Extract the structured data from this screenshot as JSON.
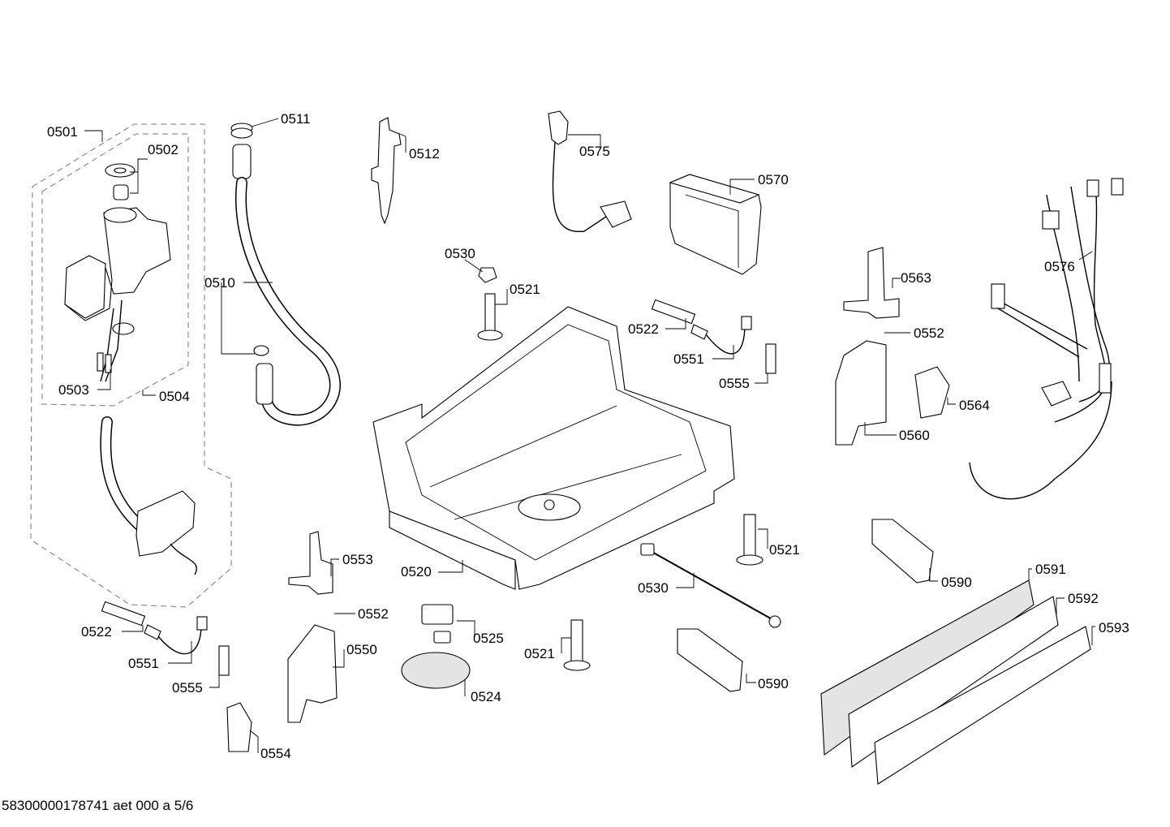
{
  "callouts": [
    {
      "id": "0501"
    },
    {
      "id": "0502"
    },
    {
      "id": "0503"
    },
    {
      "id": "0504"
    },
    {
      "id": "0510"
    },
    {
      "id": "0511"
    },
    {
      "id": "0512"
    },
    {
      "id": "0575"
    },
    {
      "id": "0570"
    },
    {
      "id": "0530"
    },
    {
      "id": "0521"
    },
    {
      "id": "0522"
    },
    {
      "id": "0551"
    },
    {
      "id": "0555"
    },
    {
      "id": "0563"
    },
    {
      "id": "0552"
    },
    {
      "id": "0564"
    },
    {
      "id": "0560"
    },
    {
      "id": "0576"
    },
    {
      "id": "0520"
    },
    {
      "id": "0553"
    },
    {
      "id": "0552"
    },
    {
      "id": "0525"
    },
    {
      "id": "0524"
    },
    {
      "id": "0550"
    },
    {
      "id": "0554"
    },
    {
      "id": "0522"
    },
    {
      "id": "0551"
    },
    {
      "id": "0555"
    },
    {
      "id": "0521"
    },
    {
      "id": "0530"
    },
    {
      "id": "0521"
    },
    {
      "id": "0590"
    },
    {
      "id": "0590"
    },
    {
      "id": "0591"
    },
    {
      "id": "0592"
    },
    {
      "id": "0593"
    }
  ],
  "footer": {
    "text": "58300000178741 aet 000 a 5/6"
  }
}
